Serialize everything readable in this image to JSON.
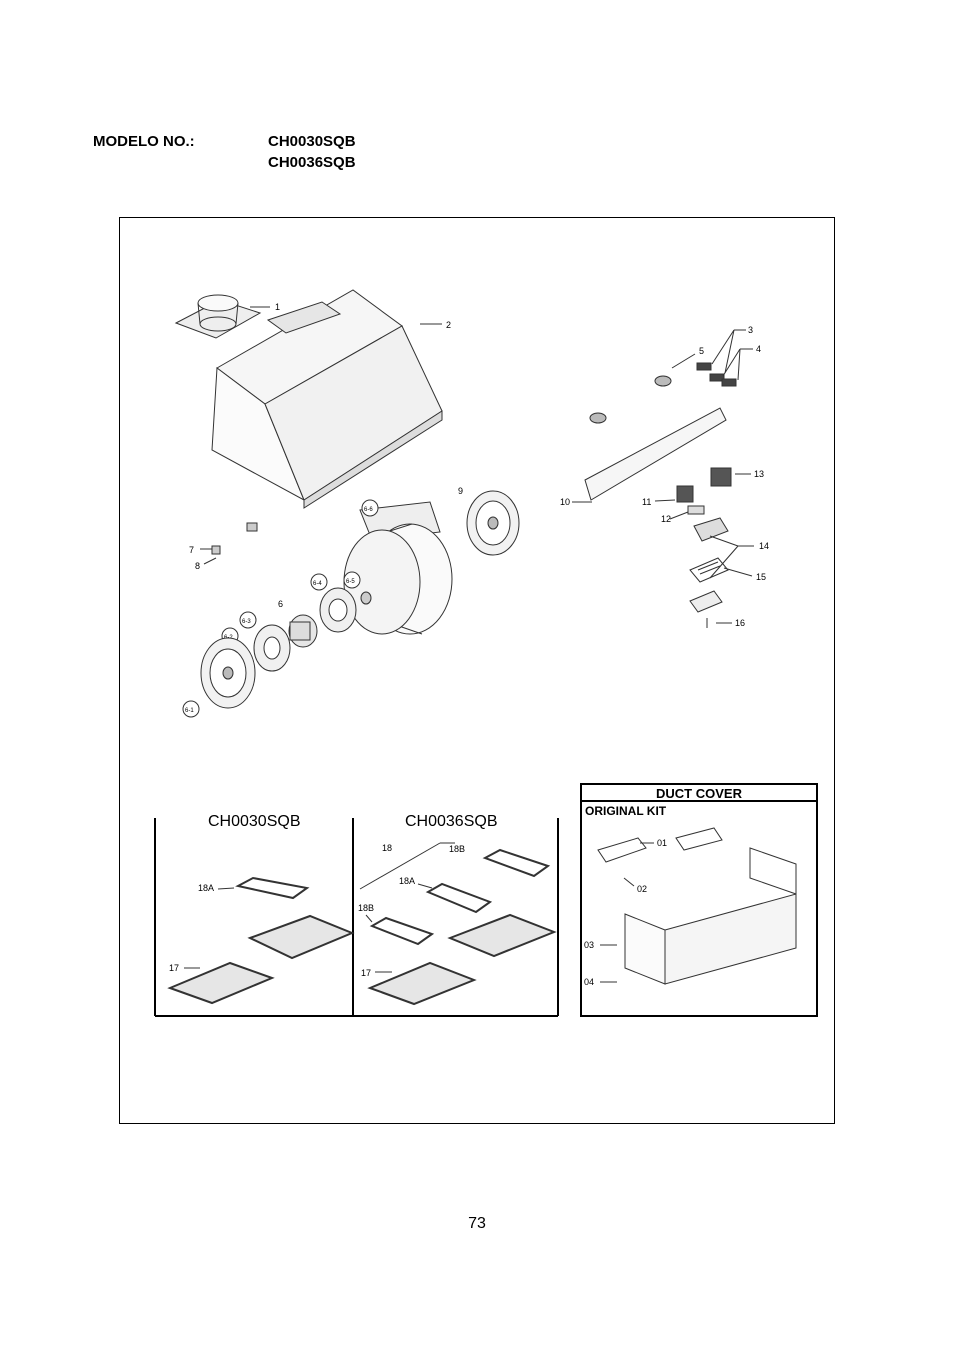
{
  "header": {
    "label": "MODELO NO.:",
    "models": [
      "CH0030SQB",
      "CH0036SQB"
    ]
  },
  "diagram": {
    "callouts": {
      "c1": "1",
      "c2": "2",
      "c3": "3",
      "c4": "4",
      "c5": "5",
      "c6": "6",
      "c7": "7",
      "c8": "8",
      "c9": "9",
      "c10": "10",
      "c11": "11",
      "c12": "12",
      "c13": "13",
      "c14": "14",
      "c15": "15",
      "c16": "16",
      "c6_1": "6-1",
      "c6_2": "6-2",
      "c6_3": "6-3",
      "c6_4": "6-4",
      "c6_5": "6-5",
      "c6_6": "6-6"
    }
  },
  "filters": {
    "left": {
      "title": "CH0030SQB",
      "c18a": "18A",
      "c17": "17"
    },
    "right": {
      "title": "CH0036SQB",
      "c18": "18",
      "c18b_top": "18B",
      "c18a": "18A",
      "c18b_left": "18B",
      "c17": "17"
    }
  },
  "duct_cover": {
    "title": "DUCT COVER",
    "subtitle": "ORIGINAL KIT",
    "c01": "01",
    "c02": "02",
    "c03": "03",
    "c04": "04"
  },
  "page_number": "73"
}
